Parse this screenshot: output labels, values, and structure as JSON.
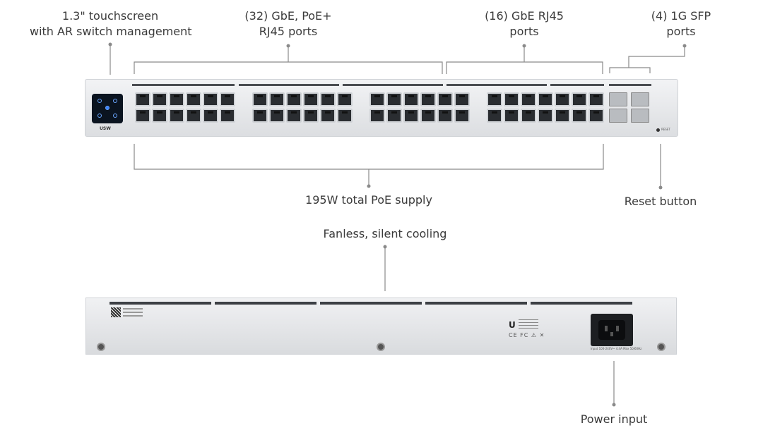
{
  "callouts": {
    "touchscreen": {
      "line1": "1.3\" touchscreen",
      "line2": "with AR switch management"
    },
    "poe_ports": {
      "line1": "(32) GbE, PoE+",
      "line2": "RJ45 ports"
    },
    "rj45_ports": {
      "line1": "(16) GbE RJ45",
      "line2": "ports"
    },
    "sfp_ports": {
      "line1": "(4) 1G SFP",
      "line2": "ports"
    },
    "poe_supply": "195W total PoE supply",
    "reset": "Reset button",
    "cooling": "Fanless, silent cooling",
    "power": "Power input"
  },
  "device": {
    "brand": "USW",
    "reset_label": "RESET",
    "rear_logo": "U",
    "cert_marks": "CE FC ⚠ ✕",
    "power_spec": "Input 100-240V~ 4.4A Max 50/60Hz"
  },
  "colors": {
    "callout_line": "#8a8a8a",
    "chassis": "#e6e8eb",
    "port": "#2a2d31"
  }
}
